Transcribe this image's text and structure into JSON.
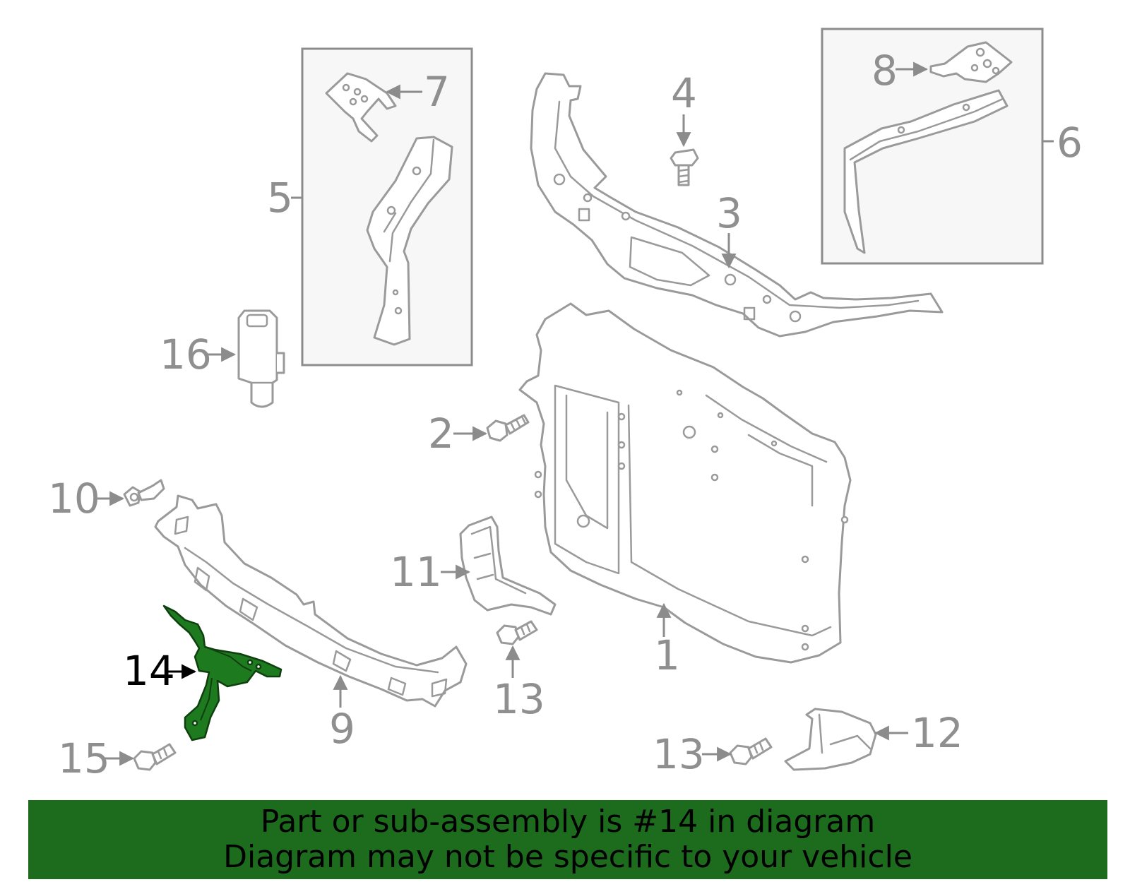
{
  "callouts": {
    "c1": "1",
    "c2": "2",
    "c3": "3",
    "c4": "4",
    "c5": "5",
    "c6": "6",
    "c7": "7",
    "c8": "8",
    "c9": "9",
    "c10": "10",
    "c11": "11",
    "c12": "12",
    "c13a": "13",
    "c13b": "13",
    "c14": "14",
    "c15": "15",
    "c16": "16"
  },
  "highlighted_part": "14",
  "banner": {
    "line1": "Part or sub-assembly is #14 in diagram",
    "line2": "Diagram may not be specific to your vehicle"
  },
  "colors": {
    "banner": "#1d6b1d",
    "highlight": "#1e7a1e",
    "line_art": "#9a9a9a"
  }
}
